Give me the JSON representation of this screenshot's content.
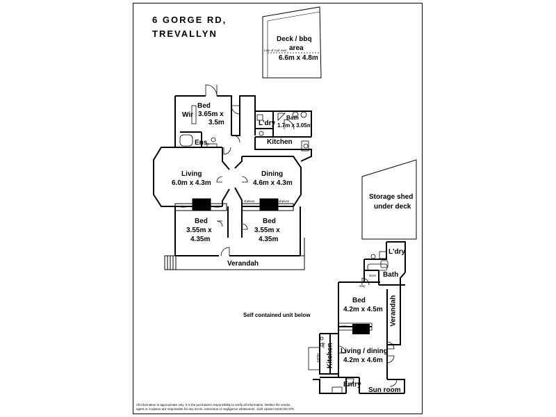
{
  "title": {
    "line1": "6 GORGE RD,",
    "line2": "TREVALLYN"
  },
  "deck": {
    "name": "Deck / bbq",
    "line2": "area",
    "dims": "6.6m x 4.8m",
    "roof_note": "Line of roof over"
  },
  "storage": {
    "line1": "Storage shed",
    "line2": "under deck"
  },
  "upper_rooms": {
    "bed_top": {
      "name": "Bed",
      "dims1": "3.65m x",
      "dims2": "3.5m"
    },
    "wir": "Wir",
    "ens": "Ens.",
    "ldry": "L'dry",
    "bath": {
      "name": "Bath",
      "dims": "1.7m x 3.05m"
    },
    "kitchen": "Kitchen",
    "living": {
      "name": "Living",
      "dims": "6.0m x 4.3m"
    },
    "dining": {
      "name": "Dining",
      "dims": "4.6m x 4.3m"
    },
    "bed_left": {
      "name": "Bed",
      "dims1": "3.55m x",
      "dims2": "4.35m"
    },
    "bed_right": {
      "name": "Bed",
      "dims1": "3.55m x",
      "dims2": "4.35m"
    },
    "robe_1": "robe",
    "robe_2": "robe",
    "shelves_1": "shelves",
    "shelves_2": "shelves",
    "verandah": "Verandah"
  },
  "unit_caption": "Self contained unit below",
  "unit_rooms": {
    "ldry": "L'dry",
    "bath": "Bath",
    "store": "store",
    "step_1": "step",
    "step_2": "step",
    "bed": {
      "name": "Bed",
      "dims": "4.2m x 4.5m"
    },
    "verandah": "Verandah",
    "robe": "robe",
    "living": {
      "name": "Living / dining",
      "dims": "4.2m x 4.6m"
    },
    "kitchen": "Kitchen",
    "pantry": "pantry",
    "entry": "Entry",
    "sun_room": "Sun room"
  },
  "disclaimer": "All information is approximate only. It is the purchasers responsibility to verify all information. Neither the vendor, agent or J.Upston are responsible for any errors, omissions or negligence whatsoever. Josh Upston 0418 032 979"
}
